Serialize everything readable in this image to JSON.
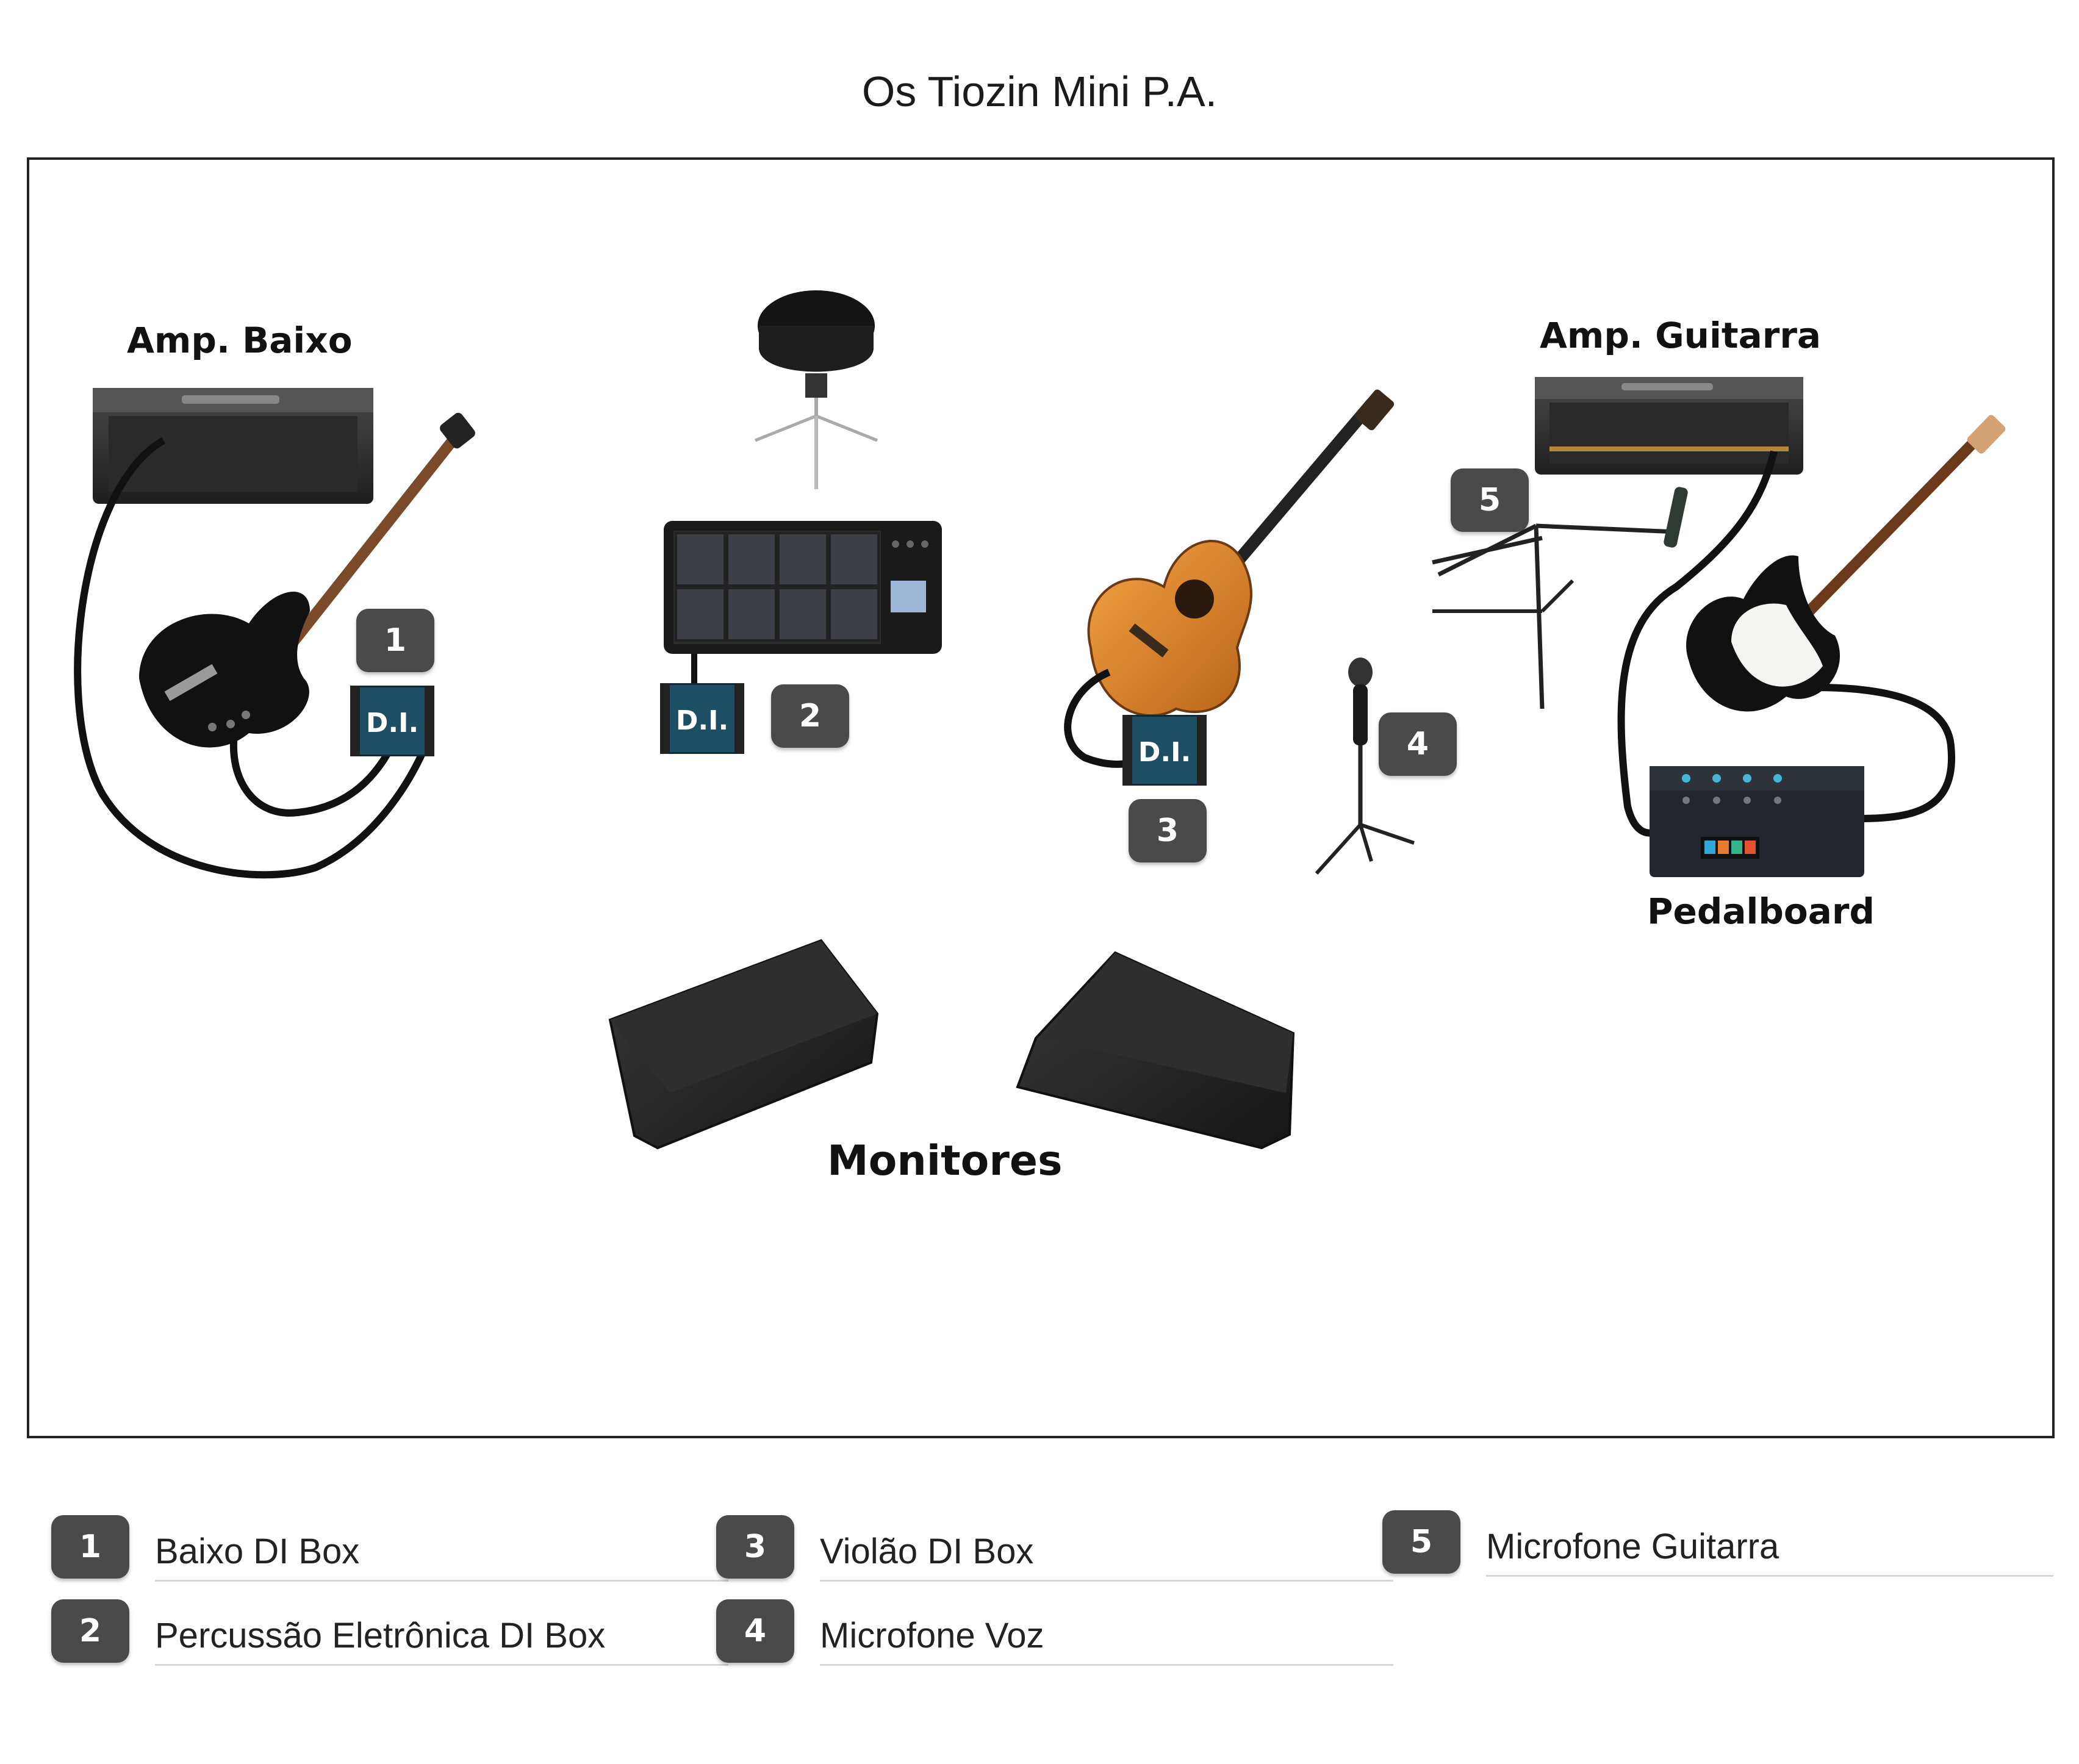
{
  "title": "Os Tiozin Mini P.A.",
  "labels": {
    "amp_baixo": "Amp. Baixo",
    "amp_guitarra": "Amp. Guitarra",
    "pedalboard": "Pedalboard",
    "monitores": "Monitores",
    "di": "D.I."
  },
  "badges": [
    "1",
    "2",
    "3",
    "4",
    "5"
  ],
  "legend": [
    {
      "number": "1",
      "text": "Baixo DI Box"
    },
    {
      "number": "2",
      "text": "Percussão Eletrônica DI Box"
    },
    {
      "number": "3",
      "text": "Violão DI Box"
    },
    {
      "number": "4",
      "text": "Microfone Voz"
    },
    {
      "number": "5",
      "text": "Microfone Guitarra"
    }
  ],
  "colors": {
    "badge": "#4a4a4a",
    "di_box": "#1e4e63",
    "acoustic_guitar": "#e08a2c",
    "equipment": "#2b2b2b"
  }
}
